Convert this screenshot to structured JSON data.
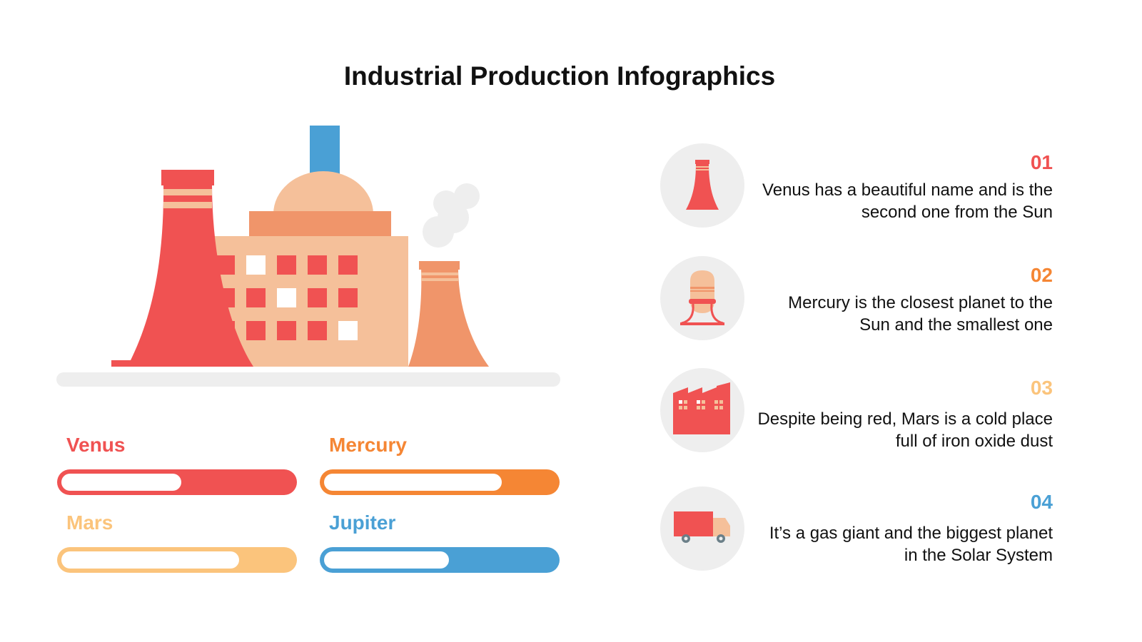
{
  "title": "Industrial Production Infographics",
  "colors": {
    "red": "#f05252",
    "orange": "#f58634",
    "light_orange": "#fbc47c",
    "blue": "#4aa0d5",
    "peach": "#f5c09a",
    "salmon": "#f0956a",
    "grey": "#eeeeee"
  },
  "bars": [
    {
      "label": "Venus",
      "color": "#f05252",
      "white_fill_percent": 50
    },
    {
      "label": "Mercury",
      "color": "#f58634",
      "white_fill_percent": 74
    },
    {
      "label": "Mars",
      "color": "#fbc47c",
      "white_fill_percent": 74
    },
    {
      "label": "Jupiter",
      "color": "#4aa0d5",
      "white_fill_percent": 52
    }
  ],
  "items": [
    {
      "number": "01",
      "color": "#f05252",
      "icon": "cooling-tower-icon",
      "text": "Venus has a beautiful name and is the second one from the Sun"
    },
    {
      "number": "02",
      "color": "#f58634",
      "icon": "water-tower-icon",
      "text": "Mercury is the closest planet to the Sun and the smallest one"
    },
    {
      "number": "03",
      "color": "#fbc47c",
      "icon": "factory-icon",
      "text": "Despite being red, Mars is a cold place full of iron oxide dust"
    },
    {
      "number": "04",
      "color": "#4aa0d5",
      "icon": "truck-icon",
      "text": "It’s a gas giant and the biggest planet in the Solar System"
    }
  ]
}
